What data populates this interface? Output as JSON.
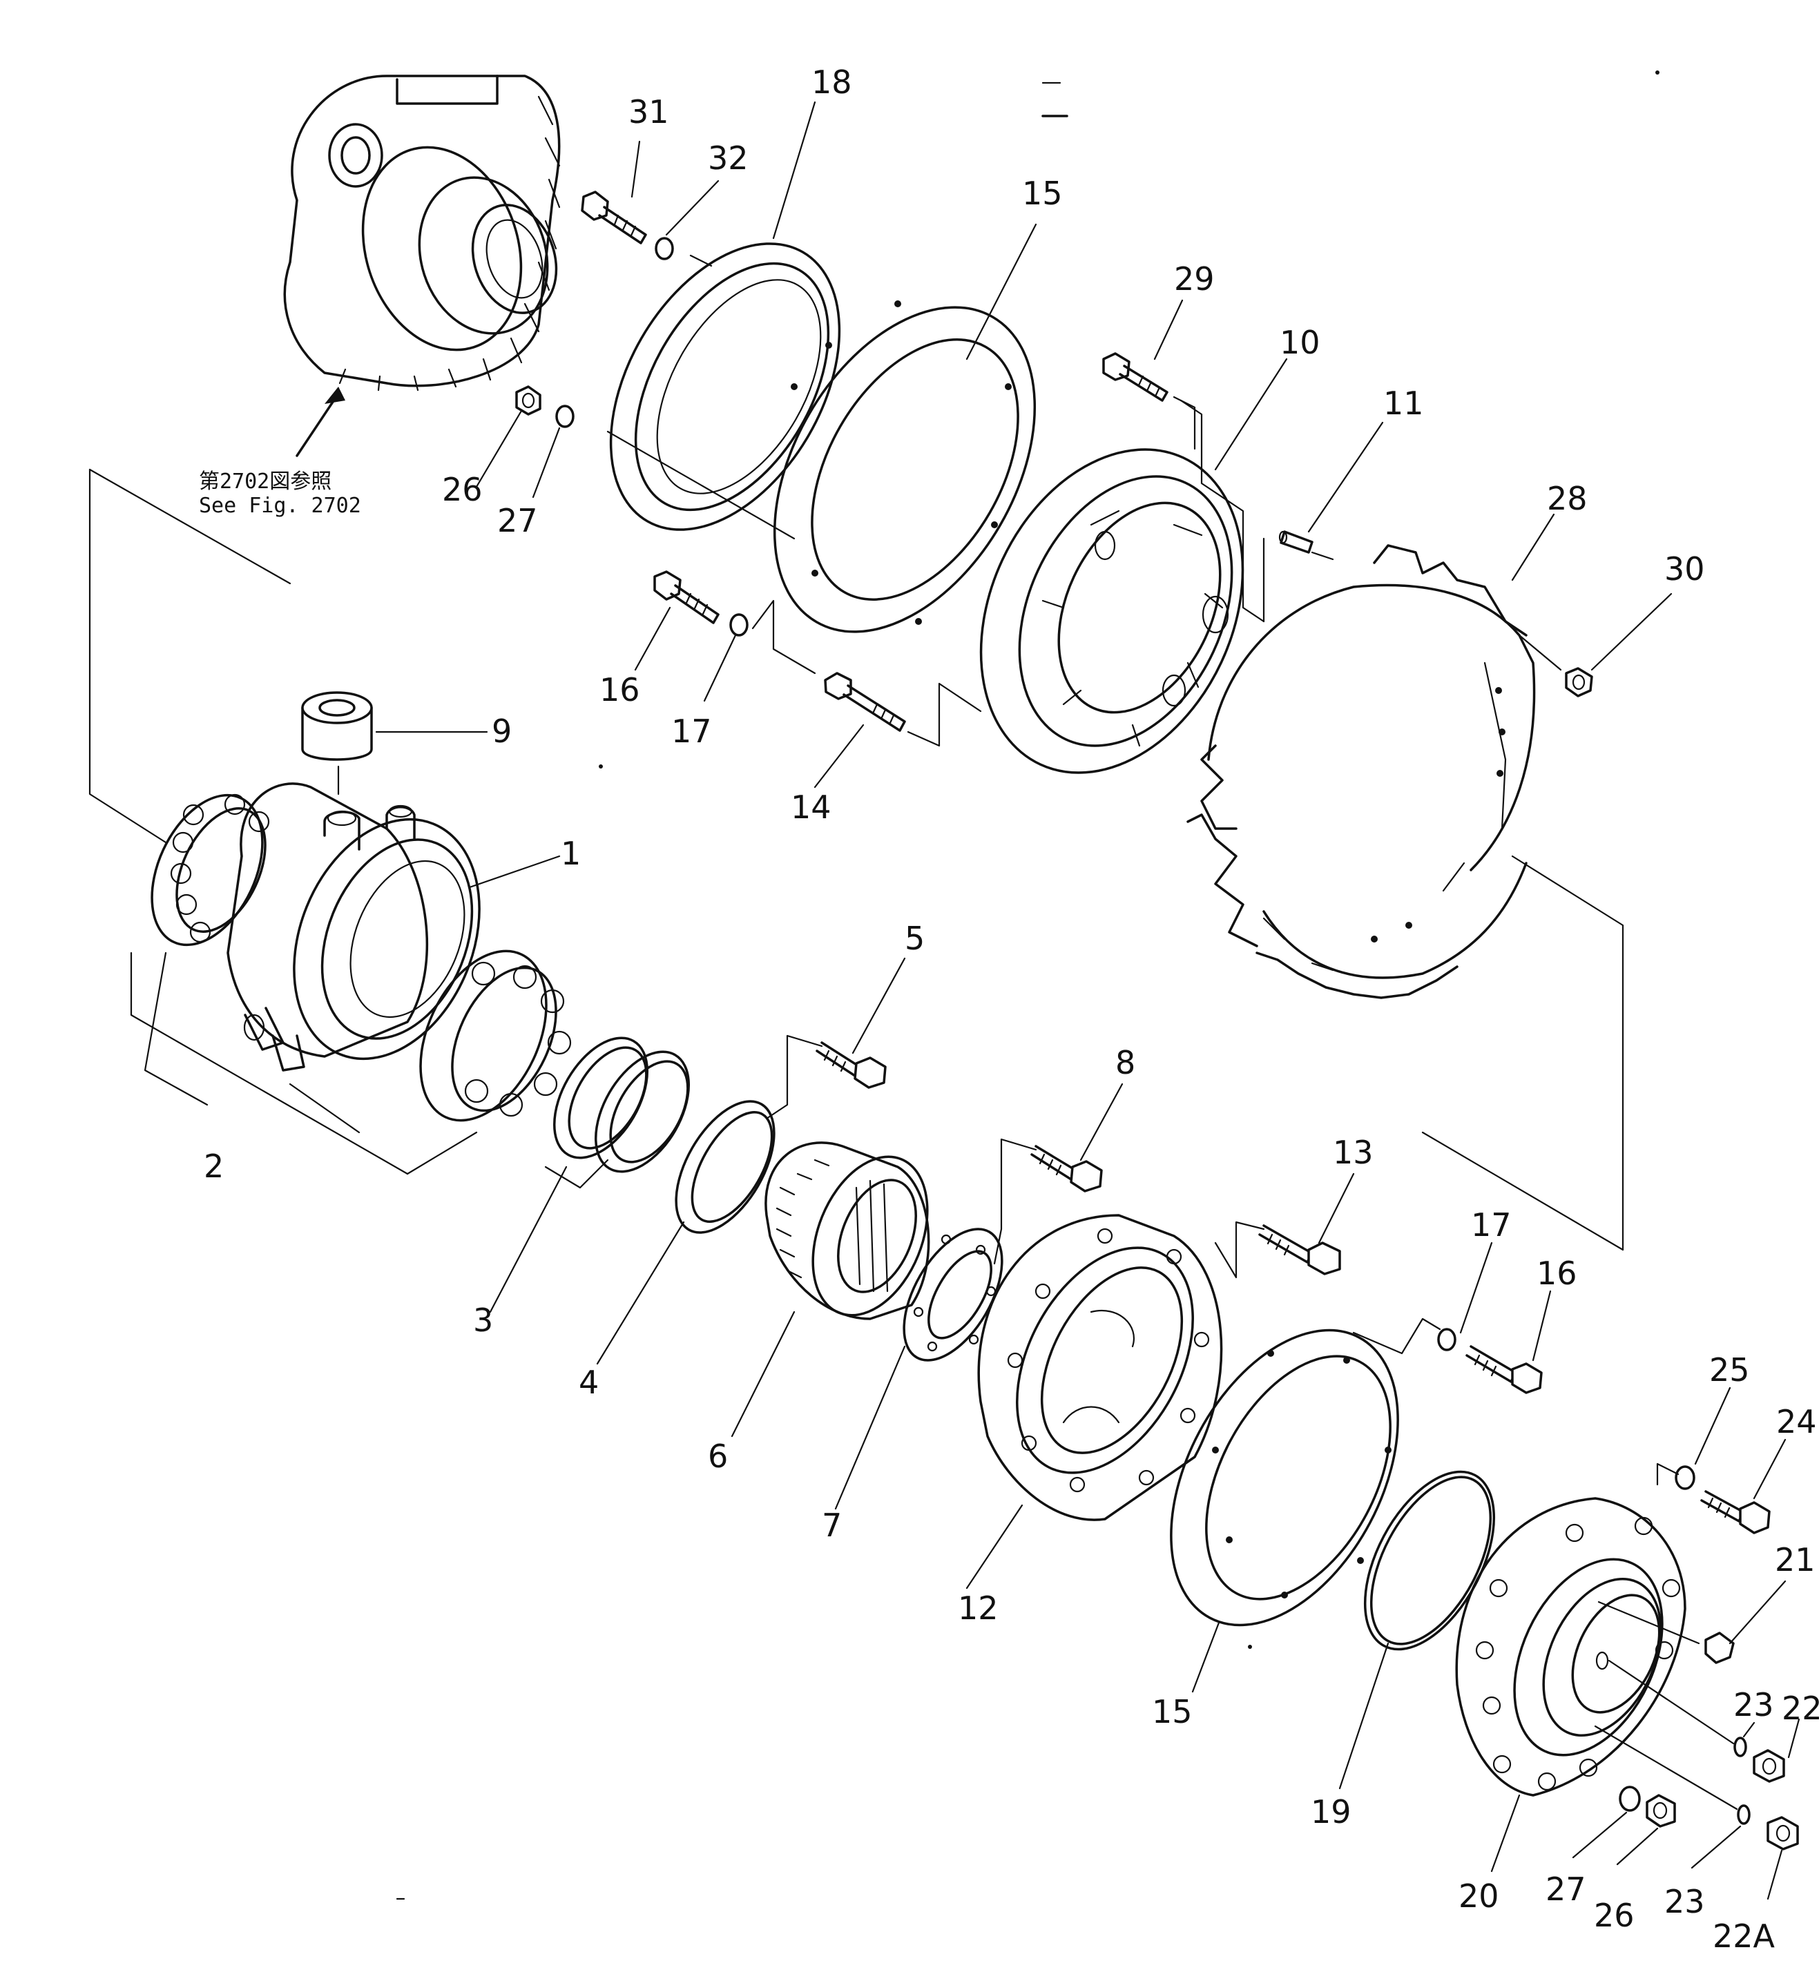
{
  "reference_note": {
    "line1": "第2702図参照",
    "line2": "See  Fig. 2702"
  },
  "labels": {
    "l1": "1",
    "l2": "2",
    "l3": "3",
    "l4": "4",
    "l5": "5",
    "l6": "6",
    "l7": "7",
    "l8": "8",
    "l9": "9",
    "l10": "10",
    "l11": "11",
    "l12": "12",
    "l13": "13",
    "l14": "14",
    "l15a": "15",
    "l15b": "15",
    "l16a": "16",
    "l16b": "16",
    "l17a": "17",
    "l17b": "17",
    "l18": "18",
    "l19": "19",
    "l20": "20",
    "l21": "21",
    "l22": "22",
    "l22a": "22A",
    "l23a": "23",
    "l23b": "23",
    "l24": "24",
    "l25": "25",
    "l26a": "26",
    "l26b": "26",
    "l27a": "27",
    "l27b": "27",
    "l28": "28",
    "l29": "29",
    "l30": "30",
    "l31": "31",
    "l32": "32"
  }
}
